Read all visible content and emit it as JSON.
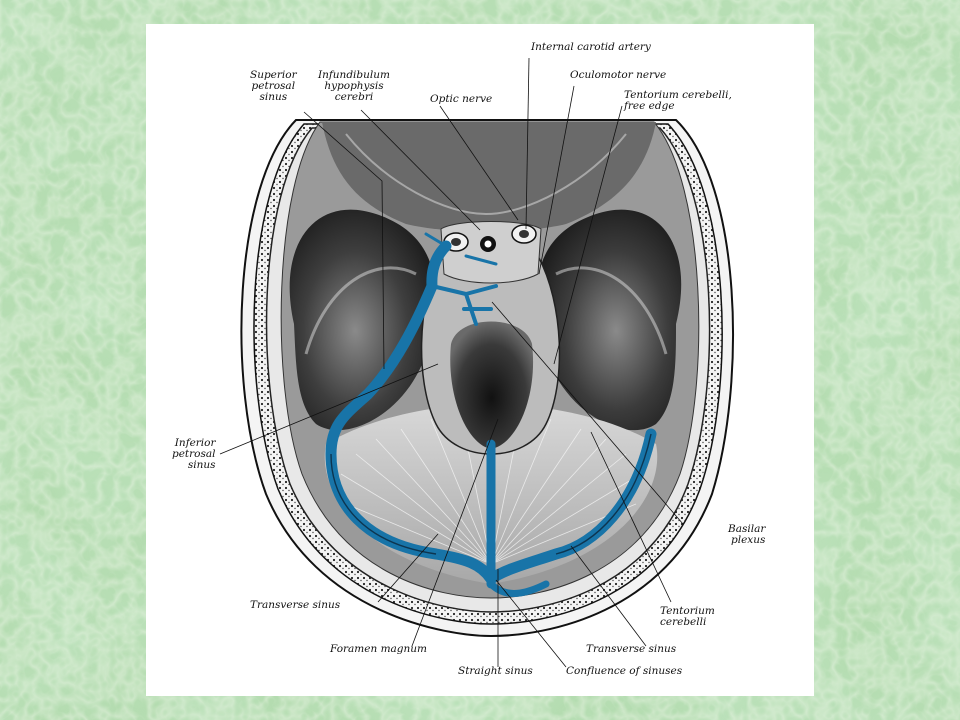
{
  "slide": {
    "background_color": "#b4dcb0",
    "panel_color": "#ffffff",
    "sinus_color": "#1874a8"
  },
  "labels": {
    "internal_carotid_artery": "Internal carotid artery",
    "superior_petrosal_sinus": "Superior\npetrosal\nsinus",
    "infundibulum": "Infundibulum\nhypophysis\ncerebri",
    "oculomotor_nerve": "Oculomotor nerve",
    "optic_nerve": "Optic nerve",
    "tentorium_free_edge": "Tentorium cerebelli,\nfree edge",
    "inferior_petrosal_sinus": "Inferior\npetrosal\nsinus",
    "basilar_plexus": "Basilar\nplexus",
    "tentorium_cerebelli": "Tentorium\ncerebelli",
    "transverse_sinus_left": "Transverse sinus",
    "foramen_magnum": "Foramen magnum",
    "transverse_sinus_right": "Transverse sinus",
    "straight_sinus": "Straight sinus",
    "confluence_of_sinuses": "Confluence of sinuses"
  }
}
